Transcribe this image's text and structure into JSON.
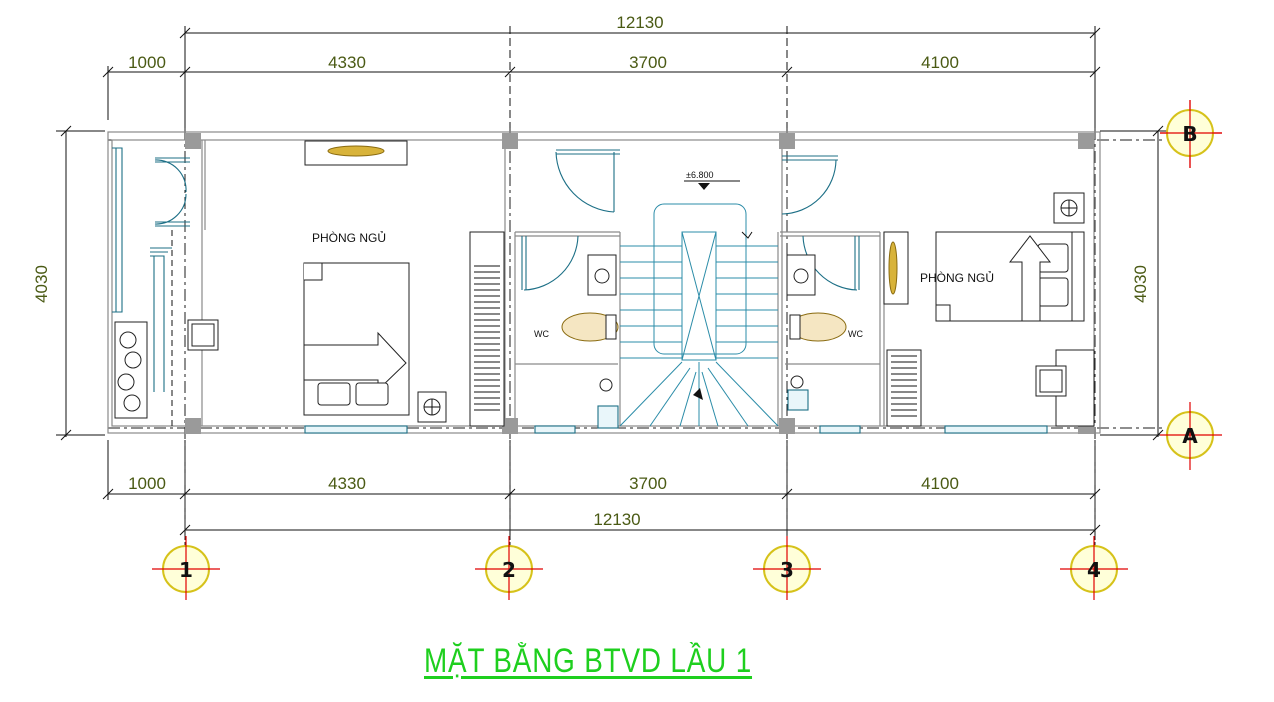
{
  "dimensions": {
    "top_total": "12130",
    "top_segments": [
      "1000",
      "4330",
      "3700",
      "4100"
    ],
    "bottom_segments": [
      "1000",
      "4330",
      "3700",
      "4100"
    ],
    "bottom_total": "12130",
    "left_height": "4030",
    "right_height": "4030"
  },
  "rooms": {
    "bedroom_left": "PHÒNG NGỦ",
    "bedroom_right": "PHÒNG NGỦ",
    "wc_left": "WC",
    "wc_right": "WC",
    "level_mark": "±6.800"
  },
  "grid_axes": {
    "vertical": [
      "1",
      "2",
      "3",
      "4"
    ],
    "horizontal": [
      "B",
      "A"
    ]
  },
  "title": "MẶT BẰNG BTVD LẦU 1",
  "colors": {
    "dimension_text": "#4a5a14",
    "title": "#1ecf1e",
    "openings": "#1c6f86",
    "bubble_fill": "#ffffd9",
    "bubble_cross": "#e10000"
  }
}
